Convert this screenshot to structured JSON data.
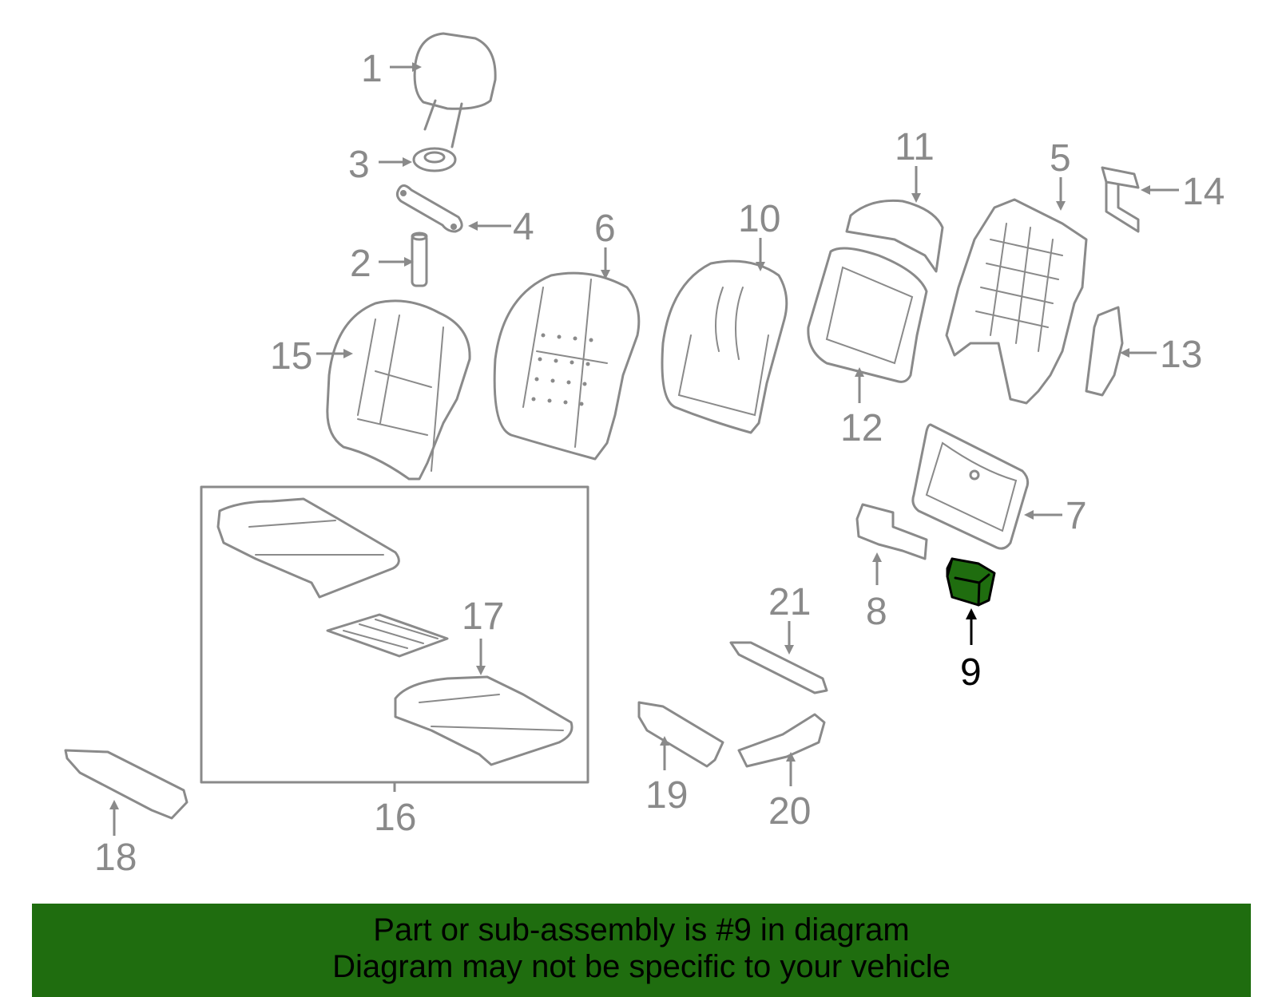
{
  "diagram": {
    "highlighted_callout": "9",
    "highlight_color": "#1f6d0f",
    "line_color": "#8a8a8a",
    "callouts": [
      "1",
      "2",
      "3",
      "4",
      "5",
      "6",
      "7",
      "8",
      "9",
      "10",
      "11",
      "12",
      "13",
      "14",
      "15",
      "16",
      "17",
      "18",
      "19",
      "20",
      "21"
    ]
  },
  "footer": {
    "line1": "Part or sub-assembly is #9 in diagram",
    "line2": "Diagram may not be specific to your vehicle",
    "background": "#1f6d0f"
  }
}
